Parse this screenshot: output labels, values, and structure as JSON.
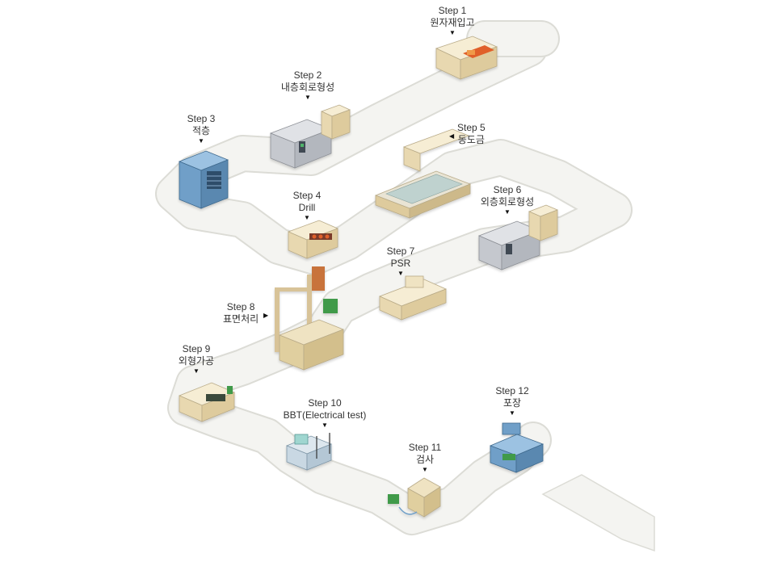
{
  "steps": [
    {
      "num": "Step 1",
      "name": "원자재입고"
    },
    {
      "num": "Step 2",
      "name": "내층회로형성"
    },
    {
      "num": "Step 3",
      "name": "적층"
    },
    {
      "num": "Step 4",
      "name": "Drill"
    },
    {
      "num": "Step 5",
      "name": "동도금"
    },
    {
      "num": "Step 6",
      "name": "외층회로형성"
    },
    {
      "num": "Step 7",
      "name": "PSR"
    },
    {
      "num": "Step 8",
      "name": "표면처리"
    },
    {
      "num": "Step 9",
      "name": "외형가공"
    },
    {
      "num": "Step 10",
      "name": "BBT(Electrical test)"
    },
    {
      "num": "Step 11",
      "name": "검사"
    },
    {
      "num": "Step 12",
      "name": "포장"
    }
  ],
  "colors": {
    "path_fill": "#f3f3f0",
    "path_edge": "#dcdcd6",
    "machine_cream": "#efe3c2",
    "machine_grey": "#c9ccd1",
    "machine_blue": "#6f9fc8",
    "accent_orange": "#e0602a",
    "accent_green": "#3f9a48"
  }
}
